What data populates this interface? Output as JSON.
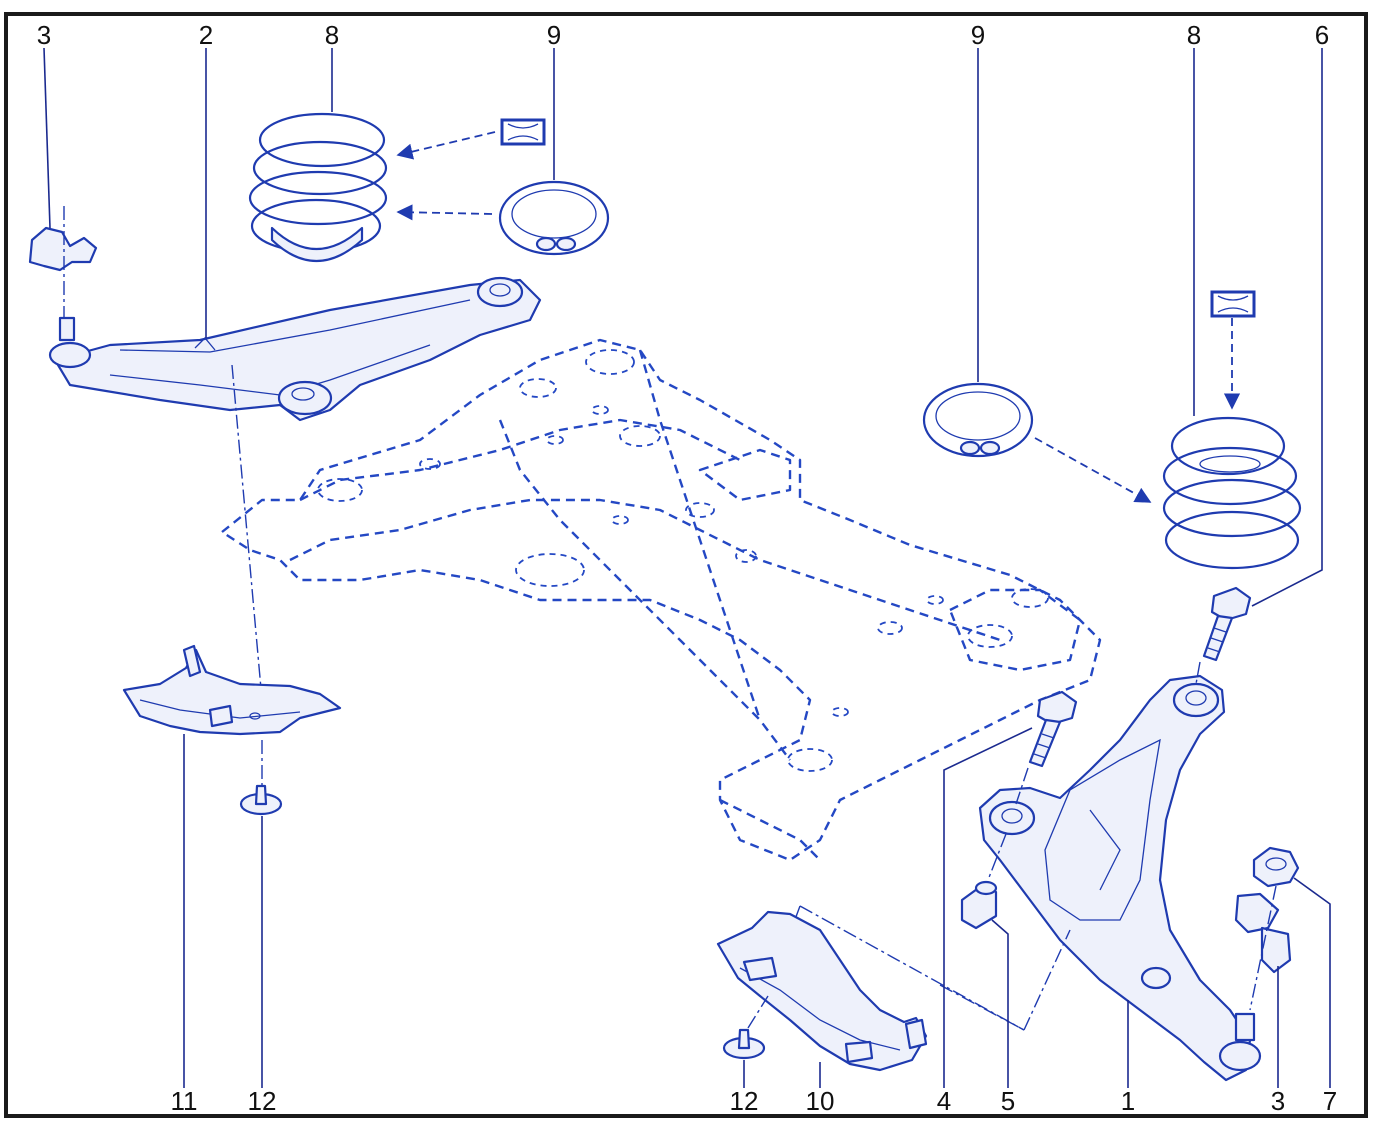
{
  "callouts": [
    {
      "id": "c3a",
      "label": "3"
    },
    {
      "id": "c2",
      "label": "2"
    },
    {
      "id": "c8a",
      "label": "8"
    },
    {
      "id": "c9a",
      "label": "9"
    },
    {
      "id": "c9b",
      "label": "9"
    },
    {
      "id": "c8b",
      "label": "8"
    },
    {
      "id": "c6",
      "label": "6"
    },
    {
      "id": "c11",
      "label": "11"
    },
    {
      "id": "c12a",
      "label": "12"
    },
    {
      "id": "c12b",
      "label": "12"
    },
    {
      "id": "c10",
      "label": "10"
    },
    {
      "id": "c4",
      "label": "4"
    },
    {
      "id": "c5",
      "label": "5"
    },
    {
      "id": "c1",
      "label": "1"
    },
    {
      "id": "c3b",
      "label": "3"
    },
    {
      "id": "c7",
      "label": "7"
    }
  ],
  "colors": {
    "line": "#1f3bb0",
    "fill": "#eef1fb",
    "frame": "#1a1a1a",
    "text": "#111111"
  }
}
